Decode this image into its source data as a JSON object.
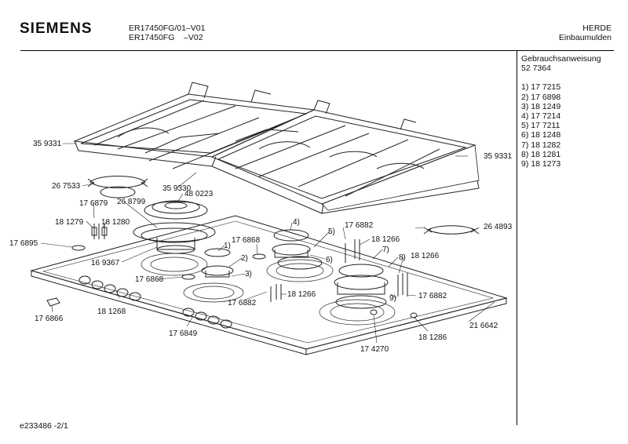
{
  "header": {
    "brand": "SIEMENS",
    "model_line_1": "ER17450FG/01–V01",
    "model_line_2": "ER17450FG    –V02",
    "category_1": "HERDE",
    "category_2": "Einbaumulden"
  },
  "sidebar": {
    "manual_label": "Gebrauchsanweisung",
    "manual_number": "52 7364",
    "items": [
      "1) 17 7215",
      "2) 17 6898",
      "3) 18 1249",
      "4) 17 7214",
      "5) 17 7211",
      "6) 18 1248",
      "7) 18 1282",
      "8) 18 1281",
      "9) 18 1273"
    ]
  },
  "drawing": {
    "part_labels": [
      "35 9331",
      "35 9331",
      "35 9330",
      "26 7533",
      "48 0223",
      "26 8799",
      "17 6879",
      "18 1279",
      "18 1280",
      "17 6895",
      "16 9367",
      "17 6866",
      "17 6868",
      "17 6868",
      "18 1268",
      "17 6849",
      "17 6882",
      "18 1266",
      "17 6882",
      "18 1266",
      "18 1266",
      "17 6882",
      "26 4893",
      "17 4270",
      "18 1286",
      "21 6642"
    ],
    "callouts": [
      "1)",
      "2)",
      "3)",
      "4)",
      "5)",
      "6)",
      "7)",
      "8)",
      "9)"
    ]
  },
  "footer": {
    "drawing_id": "e233486  -2/1"
  }
}
